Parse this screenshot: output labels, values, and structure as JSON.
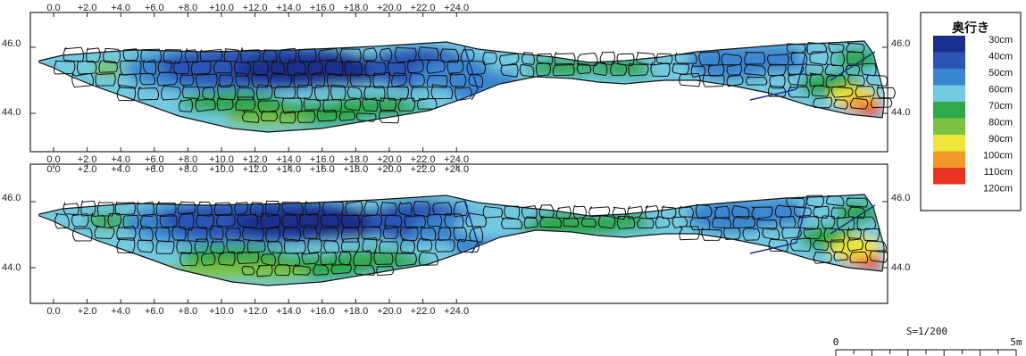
{
  "x_ticks": [
    "0.0",
    "+2.0",
    "+4.0",
    "+6.0",
    "+8.0",
    "+10.0",
    "+12.0",
    "+14.0",
    "+16.0",
    "+18.0",
    "+20.0",
    "+22.0",
    "+24.0"
  ],
  "y_ticks_left": [
    "46.0",
    "44.0"
  ],
  "y_ticks_right": [
    "46.0",
    "44.0"
  ],
  "legend": {
    "title": "奥行き",
    "items": [
      {
        "label": "30cm",
        "color": "#1a2f8c"
      },
      {
        "label": "40cm",
        "color": "#2a55b5"
      },
      {
        "label": "50cm",
        "color": "#3a86d0"
      },
      {
        "label": "60cm",
        "color": "#72c9e0"
      },
      {
        "label": "70cm",
        "color": "#2fa84a"
      },
      {
        "label": "80cm",
        "color": "#7cc242"
      },
      {
        "label": "90cm",
        "color": "#ece63a"
      },
      {
        "label": "100cm",
        "color": "#f19a2a"
      },
      {
        "label": "110cm",
        "color": "#e8331f"
      },
      {
        "label": "120cm",
        "color": "#ffffff"
      }
    ]
  },
  "scale_bar": {
    "label": "S=1/200",
    "start": "0",
    "end": "5m"
  }
}
